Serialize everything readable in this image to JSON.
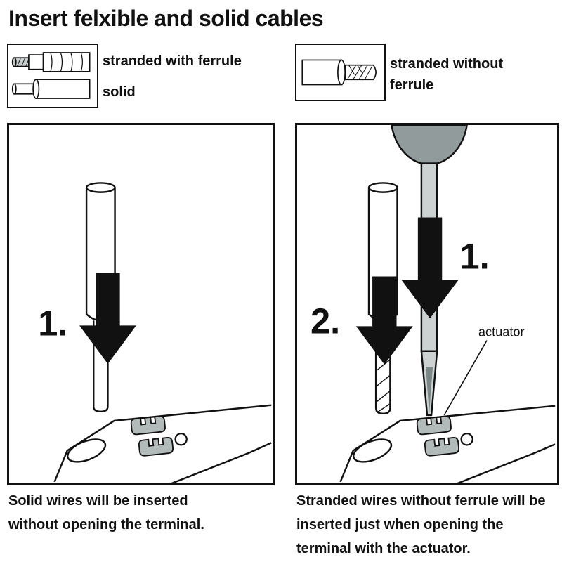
{
  "title": "Insert felxible and solid cables",
  "legend_left": {
    "item1": "stranded with ferrule",
    "item2": "solid"
  },
  "legend_right": {
    "item1": "stranded without ferrule"
  },
  "panel_left": {
    "step1": "1.",
    "caption": "Solid wires will be inserted without opening the terminal."
  },
  "panel_right": {
    "step1": "1.",
    "step2": "2.",
    "actuator_label": "actuator",
    "caption": "Stranded wires without ferrule will be inserted just when opening the terminal with the actuator."
  },
  "icons": {
    "legend_left": [
      "ferrule-cable-icon",
      "solid-cable-icon"
    ],
    "legend_right": [
      "stranded-cable-icon"
    ],
    "panel_left": [
      "solid-wire-icon",
      "down-arrow-icon",
      "terminal-device-icon"
    ],
    "panel_right": [
      "stranded-wire-icon",
      "screwdriver-icon",
      "down-arrow-icon",
      "terminal-device-icon"
    ]
  },
  "colors": {
    "line": "#111111",
    "background": "#ffffff",
    "metal_gray": "#c9cfcf",
    "handle_gray": "#919b9b",
    "clamp_gray": "#b2baba",
    "arrow_black": "#111111"
  }
}
